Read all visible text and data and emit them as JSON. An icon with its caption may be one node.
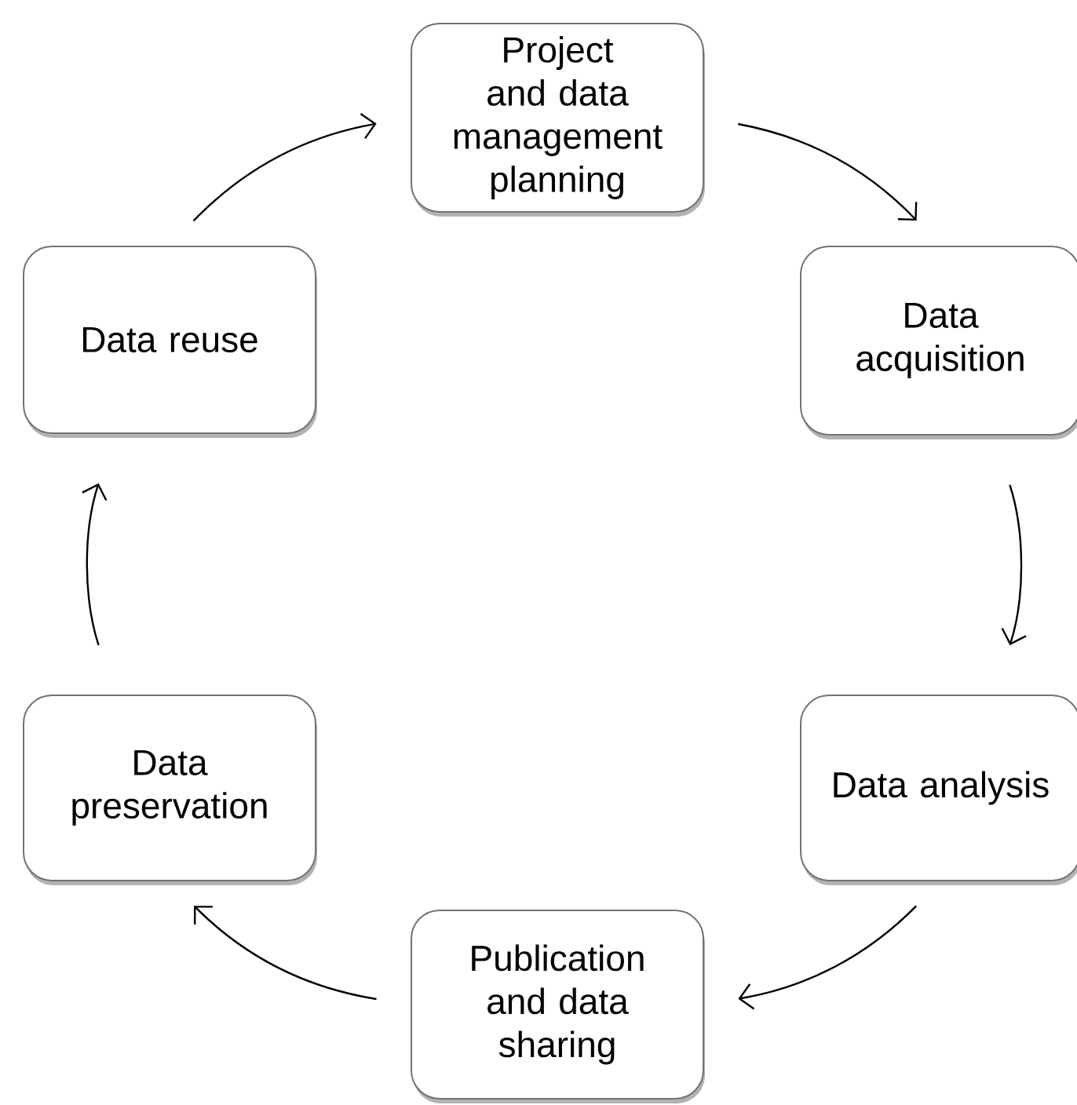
{
  "diagram": {
    "nodes": [
      {
        "text": [
          "Project and data management planning"
        ]
      },
      {
        "text": [
          "Data acquisition"
        ]
      },
      {
        "text": [
          "Data analysis"
        ]
      },
      {
        "text": [
          "Publication and data sharing"
        ]
      },
      {
        "text": [
          "Data preservation"
        ]
      },
      {
        "text": [
          "Data reuse"
        ]
      }
    ],
    "edges": [
      {
        "from": 0,
        "to": 1,
        "arrow": "to"
      },
      {
        "from": 1,
        "to": 2,
        "arrow": "to"
      },
      {
        "from": 2,
        "to": 3,
        "arrow": "to"
      },
      {
        "from": 3,
        "to": 4,
        "arrow": "to"
      },
      {
        "from": 4,
        "to": 5,
        "arrow": "to"
      },
      {
        "from": 5,
        "to": 0,
        "arrow": "to"
      }
    ]
  }
}
